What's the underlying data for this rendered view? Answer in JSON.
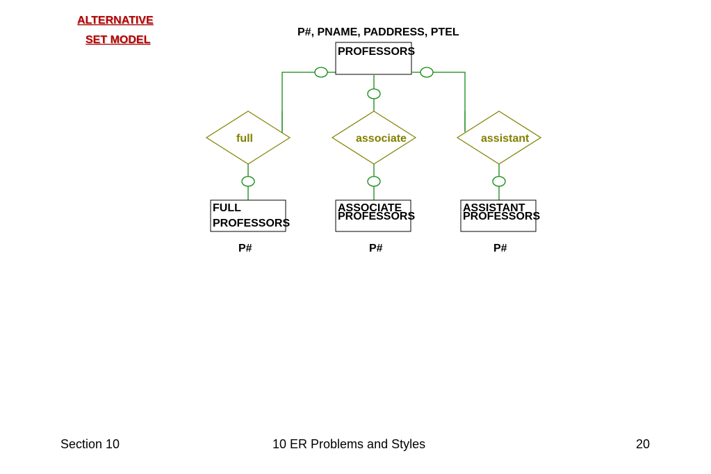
{
  "title": {
    "line1": "ALTERNATIVE",
    "line2": "SET MODEL"
  },
  "diagram": {
    "top_attributes": "P#, PNAME, PADDRESS, PTEL",
    "entities": {
      "professors": "PROFESSORS",
      "full": {
        "line1": "FULL",
        "line2": "PROFESSORS"
      },
      "associate": {
        "line1": "ASSOCIATE",
        "line2": "PROFESSORS"
      },
      "assistant": {
        "line1": "ASSISTANT",
        "line2": "PROFESSORS"
      }
    },
    "relationships": {
      "full": "full",
      "associate": "associate",
      "assistant": "assistant"
    },
    "key_attributes": {
      "full": "P#",
      "associate": "P#",
      "assistant": "P#"
    }
  },
  "footer": {
    "left": "Section 10",
    "center": "10  ER Problems and Styles",
    "right": "20"
  },
  "colors": {
    "title": "#b30000",
    "connector": "#118811",
    "relationship": "#808000",
    "entity_border": "#000000"
  }
}
